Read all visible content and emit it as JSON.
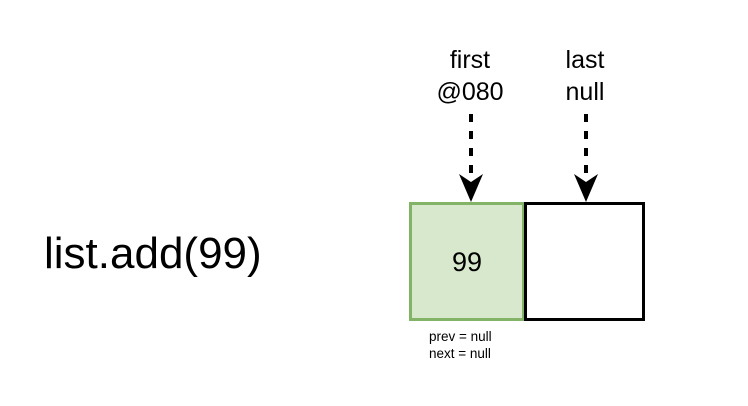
{
  "diagram": {
    "background_color": "#ffffff",
    "operation": {
      "label": "list.add(99)"
    },
    "pointers": [
      {
        "name": "first",
        "value": "@080",
        "icon": "dashed-down-arrow-icon",
        "target": "node-cell-value"
      },
      {
        "name": "last",
        "value": "null",
        "icon": "dashed-down-arrow-icon",
        "target": "node-cell-empty"
      }
    ],
    "node": {
      "value": "99",
      "fill_color": "#d8e8cd",
      "border_color": "#82b366",
      "empty_cell_border_color": "#000000",
      "fields": [
        "prev = null",
        "next = null"
      ]
    }
  }
}
